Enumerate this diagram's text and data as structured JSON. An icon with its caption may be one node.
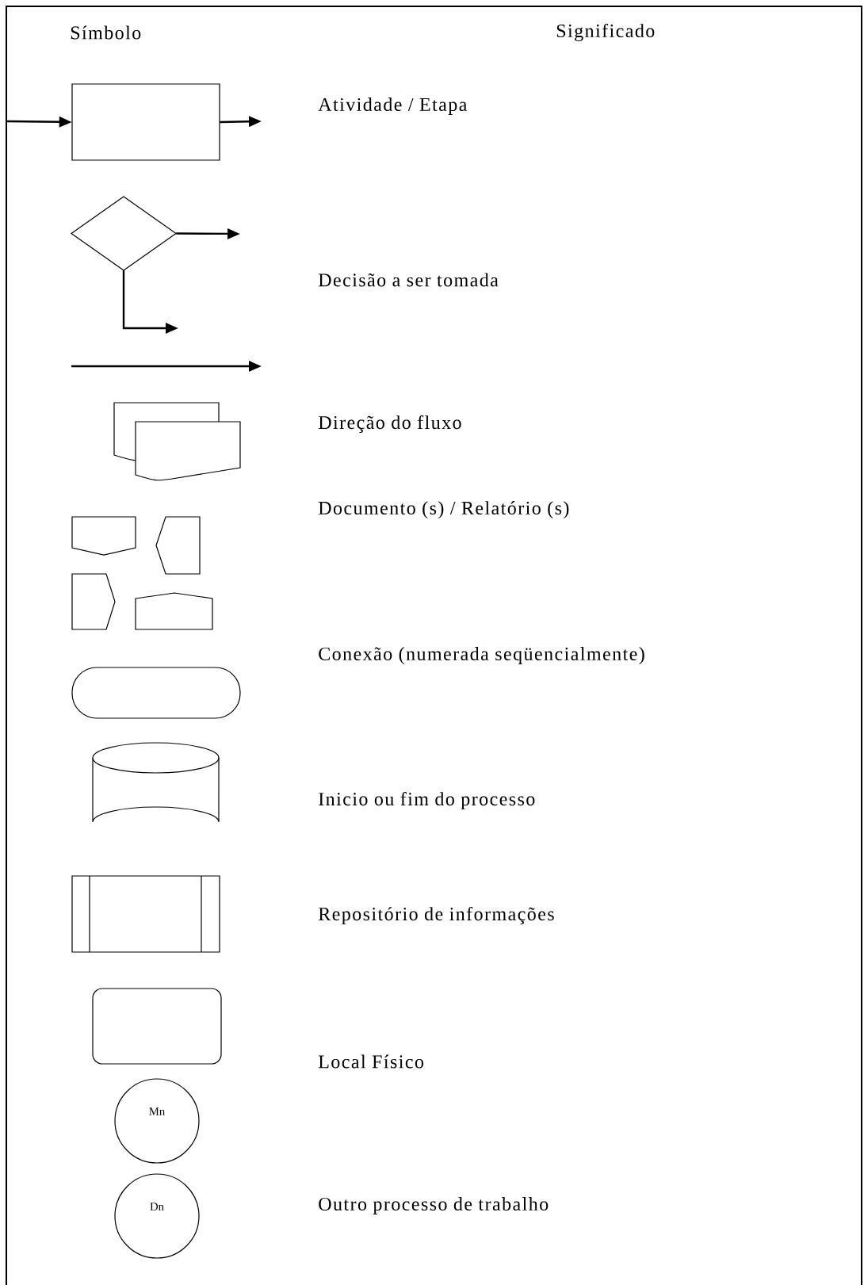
{
  "diagram": {
    "nodes": [
      {
        "text": [],
        "shape": "box"
      },
      {
        "text": [],
        "shape": "diamond"
      },
      {
        "text": [],
        "shape": "document"
      },
      {
        "text": [],
        "shape": "document"
      },
      {
        "text": [],
        "shape": "pentagon"
      },
      {
        "text": [],
        "shape": "pentagon"
      },
      {
        "text": [],
        "shape": "pentagon"
      },
      {
        "text": [],
        "shape": "pentagon"
      },
      {
        "text": [],
        "shape": "stadium"
      },
      {
        "text": [],
        "shape": "cylinder"
      },
      {
        "text": [],
        "shape": "box"
      },
      {
        "text": [],
        "shape": "rounded-box"
      },
      {
        "text": [
          "Mn"
        ]
      },
      {
        "text": [
          "Dn"
        ]
      }
    ],
    "edges": [
      {
        "from": null,
        "to": 0,
        "arrow": "to"
      },
      {
        "from": 0,
        "to": null,
        "arrow": "to"
      },
      {
        "from": 1,
        "to": null,
        "arrow": "to"
      },
      {
        "from": 1,
        "to": null,
        "arrow": "to"
      }
    ],
    "labels": [
      "Símbolo",
      "Significado",
      "Atividade / Etapa",
      "Decisão a ser tomada",
      "Direção do fluxo",
      "Documento (s) / Relatório (s)",
      "Conexão (numerada seqüencialmente)",
      "Inicio ou fim do processo",
      "Repositório de informações",
      "Local Físico",
      "Outro processo de trabalho"
    ]
  }
}
